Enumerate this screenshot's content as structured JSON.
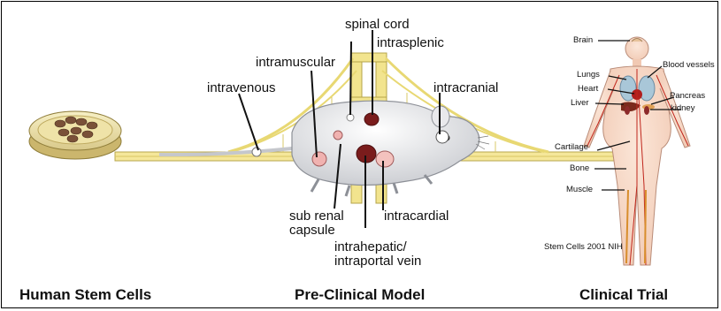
{
  "titles": {
    "left": "Human Stem Cells",
    "center": "Pre-Clinical Model",
    "right": "Clinical Trial"
  },
  "routes": {
    "spinal_cord": "spinal cord",
    "intrasplenic": "intrasplenic",
    "intramuscular": "intramuscular",
    "intravenous": "intravenous",
    "intracranial": "intracranial",
    "sub_renal_capsule": "sub renal\ncapsule",
    "intracardial": "intracardial",
    "intrahepatic": "intrahepatic/\nintraportal vein"
  },
  "organs": {
    "brain": "Brain",
    "blood_vessels": "Blood vessels",
    "lungs": "Lungs",
    "heart": "Heart",
    "pancreas": "Pancreas",
    "liver": "Liver",
    "kidney": "kidney",
    "cartilage": "Cartilage",
    "bone": "Bone",
    "muscle": "Muscle"
  },
  "credit": "Stem Cells 2001 NIH"
}
